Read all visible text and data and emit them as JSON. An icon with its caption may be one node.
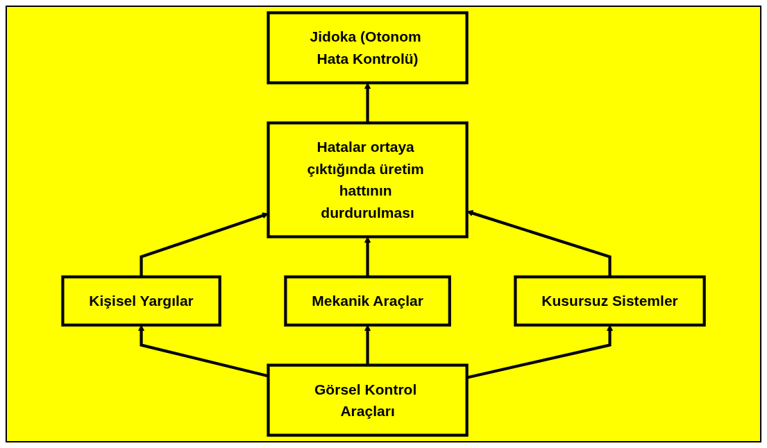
{
  "diagram": {
    "nodes": [
      {
        "text": [
          "Jidoka (Otonom Hata Kontrolü)"
        ]
      },
      {
        "text": [
          "Hatalar ortaya çıktığında üretim hattının durdurulması"
        ]
      },
      {
        "text": [
          "Kişisel Yargılar"
        ]
      },
      {
        "text": [
          "Mekanik Araçlar"
        ]
      },
      {
        "text": [
          "Kusursuz Sistemler"
        ]
      },
      {
        "text": [
          "Görsel Kontrol Araçları"
        ]
      }
    ],
    "edges": [
      {
        "from": 1,
        "to": 0,
        "arrow": "to"
      },
      {
        "from": 2,
        "to": 1,
        "arrow": "to"
      },
      {
        "from": 3,
        "to": 1,
        "arrow": "to"
      },
      {
        "from": 4,
        "to": 1,
        "arrow": "to"
      },
      {
        "from": 5,
        "to": 2,
        "arrow": "to"
      },
      {
        "from": 5,
        "to": 3,
        "arrow": "to"
      },
      {
        "from": 5,
        "to": 4,
        "arrow": "to"
      }
    ]
  }
}
